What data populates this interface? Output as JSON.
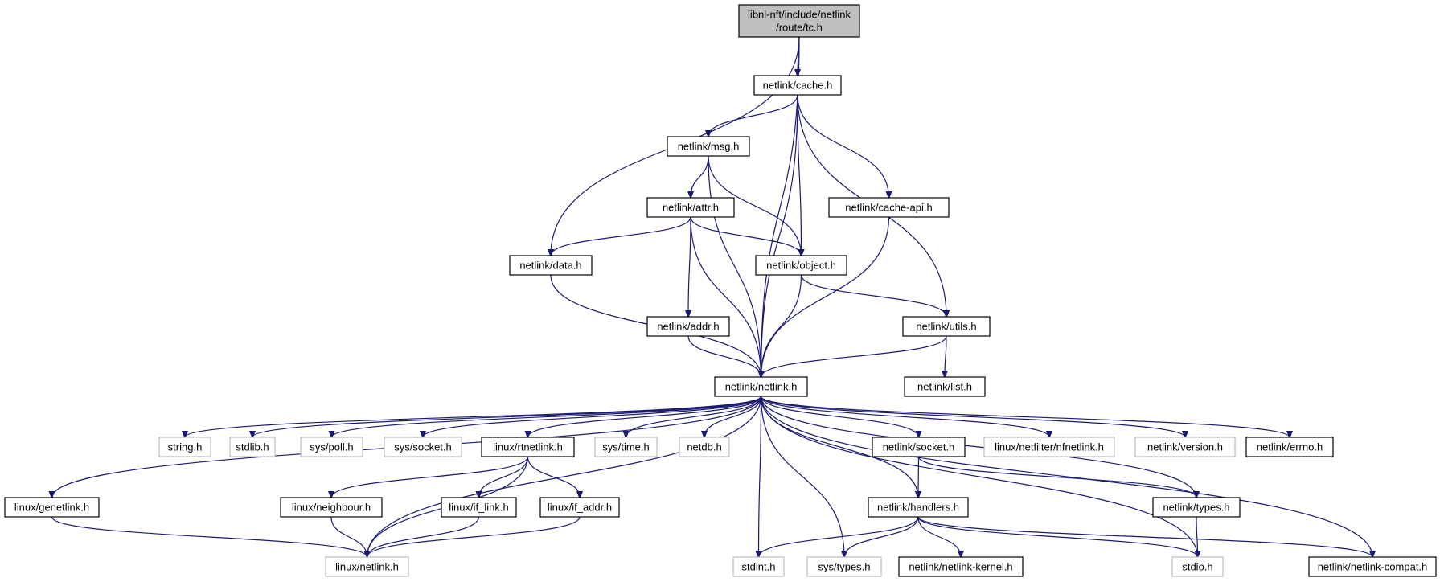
{
  "nodes": [
    {
      "id": "tc",
      "lines": [
        "libnl-nft/include/netlink",
        "/route/tc.h"
      ],
      "style": "root"
    },
    {
      "id": "cache",
      "lines": [
        "netlink/cache.h"
      ],
      "style": "solid"
    },
    {
      "id": "msg",
      "lines": [
        "netlink/msg.h"
      ],
      "style": "solid"
    },
    {
      "id": "attr",
      "lines": [
        "netlink/attr.h"
      ],
      "style": "solid"
    },
    {
      "id": "cacheapi",
      "lines": [
        "netlink/cache-api.h"
      ],
      "style": "solid"
    },
    {
      "id": "data",
      "lines": [
        "netlink/data.h"
      ],
      "style": "solid"
    },
    {
      "id": "object",
      "lines": [
        "netlink/object.h"
      ],
      "style": "solid"
    },
    {
      "id": "addr",
      "lines": [
        "netlink/addr.h"
      ],
      "style": "solid"
    },
    {
      "id": "utils",
      "lines": [
        "netlink/utils.h"
      ],
      "style": "solid"
    },
    {
      "id": "list",
      "lines": [
        "netlink/list.h"
      ],
      "style": "solid"
    },
    {
      "id": "netlink",
      "lines": [
        "netlink/netlink.h"
      ],
      "style": "solid"
    },
    {
      "id": "string",
      "lines": [
        "string.h"
      ],
      "style": "ghost"
    },
    {
      "id": "stdlib",
      "lines": [
        "stdlib.h"
      ],
      "style": "ghost"
    },
    {
      "id": "poll",
      "lines": [
        "sys/poll.h"
      ],
      "style": "ghost"
    },
    {
      "id": "socket",
      "lines": [
        "sys/socket.h"
      ],
      "style": "ghost"
    },
    {
      "id": "rtnetlink",
      "lines": [
        "linux/rtnetlink.h"
      ],
      "style": "solid"
    },
    {
      "id": "time",
      "lines": [
        "sys/time.h"
      ],
      "style": "ghost"
    },
    {
      "id": "netdb",
      "lines": [
        "netdb.h"
      ],
      "style": "ghost"
    },
    {
      "id": "nlsocket",
      "lines": [
        "netlink/socket.h"
      ],
      "style": "solid"
    },
    {
      "id": "nfnetlink",
      "lines": [
        "linux/netfilter/nfnetlink.h"
      ],
      "style": "ghost"
    },
    {
      "id": "version",
      "lines": [
        "netlink/version.h"
      ],
      "style": "ghost"
    },
    {
      "id": "errno",
      "lines": [
        "netlink/errno.h"
      ],
      "style": "solid"
    },
    {
      "id": "genetlink",
      "lines": [
        "linux/genetlink.h"
      ],
      "style": "solid"
    },
    {
      "id": "neighbour",
      "lines": [
        "linux/neighbour.h"
      ],
      "style": "solid"
    },
    {
      "id": "iflink",
      "lines": [
        "linux/if_link.h"
      ],
      "style": "solid"
    },
    {
      "id": "ifaddr",
      "lines": [
        "linux/if_addr.h"
      ],
      "style": "solid"
    },
    {
      "id": "handlers",
      "lines": [
        "netlink/handlers.h"
      ],
      "style": "solid"
    },
    {
      "id": "types",
      "lines": [
        "netlink/types.h"
      ],
      "style": "solid"
    },
    {
      "id": "linuxnetlink",
      "lines": [
        "linux/netlink.h"
      ],
      "style": "ghost"
    },
    {
      "id": "stdint",
      "lines": [
        "stdint.h"
      ],
      "style": "ghost"
    },
    {
      "id": "systypes",
      "lines": [
        "sys/types.h"
      ],
      "style": "ghost"
    },
    {
      "id": "kernel",
      "lines": [
        "netlink/netlink-kernel.h"
      ],
      "style": "solid"
    },
    {
      "id": "stdio",
      "lines": [
        "stdio.h"
      ],
      "style": "ghost"
    },
    {
      "id": "compat",
      "lines": [
        "netlink/netlink-compat.h"
      ],
      "style": "solid"
    }
  ],
  "edges": [
    [
      "tc",
      "cache"
    ],
    [
      "tc",
      "data"
    ],
    [
      "tc",
      "netlink"
    ],
    [
      "cache",
      "msg"
    ],
    [
      "cache",
      "object"
    ],
    [
      "cache",
      "cacheapi"
    ],
    [
      "cache",
      "utils"
    ],
    [
      "cache",
      "netlink"
    ],
    [
      "msg",
      "attr"
    ],
    [
      "msg",
      "object"
    ],
    [
      "msg",
      "netlink"
    ],
    [
      "attr",
      "data"
    ],
    [
      "attr",
      "object"
    ],
    [
      "attr",
      "addr"
    ],
    [
      "attr",
      "netlink"
    ],
    [
      "cacheapi",
      "netlink"
    ],
    [
      "data",
      "netlink"
    ],
    [
      "object",
      "utils"
    ],
    [
      "object",
      "netlink"
    ],
    [
      "addr",
      "netlink"
    ],
    [
      "utils",
      "netlink"
    ],
    [
      "utils",
      "list"
    ],
    [
      "netlink",
      "genetlink"
    ],
    [
      "netlink",
      "linuxnetlink"
    ],
    [
      "netlink",
      "string"
    ],
    [
      "netlink",
      "stdlib"
    ],
    [
      "netlink",
      "poll"
    ],
    [
      "netlink",
      "socket"
    ],
    [
      "netlink",
      "rtnetlink"
    ],
    [
      "netlink",
      "time"
    ],
    [
      "netlink",
      "netdb"
    ],
    [
      "netlink",
      "stdint"
    ],
    [
      "netlink",
      "systypes"
    ],
    [
      "netlink",
      "nlsocket"
    ],
    [
      "netlink",
      "handlers"
    ],
    [
      "netlink",
      "nfnetlink"
    ],
    [
      "netlink",
      "version"
    ],
    [
      "netlink",
      "errno"
    ],
    [
      "netlink",
      "types"
    ],
    [
      "netlink",
      "stdio"
    ],
    [
      "netlink",
      "compat"
    ],
    [
      "rtnetlink",
      "neighbour"
    ],
    [
      "rtnetlink",
      "iflink"
    ],
    [
      "rtnetlink",
      "ifaddr"
    ],
    [
      "rtnetlink",
      "linuxnetlink"
    ],
    [
      "genetlink",
      "linuxnetlink"
    ],
    [
      "neighbour",
      "linuxnetlink"
    ],
    [
      "iflink",
      "linuxnetlink"
    ],
    [
      "ifaddr",
      "linuxnetlink"
    ],
    [
      "nlsocket",
      "handlers"
    ],
    [
      "nlsocket",
      "types"
    ],
    [
      "handlers",
      "stdint"
    ],
    [
      "handlers",
      "systypes"
    ],
    [
      "handlers",
      "kernel"
    ],
    [
      "handlers",
      "stdio"
    ],
    [
      "handlers",
      "compat"
    ],
    [
      "types",
      "stdio"
    ]
  ]
}
